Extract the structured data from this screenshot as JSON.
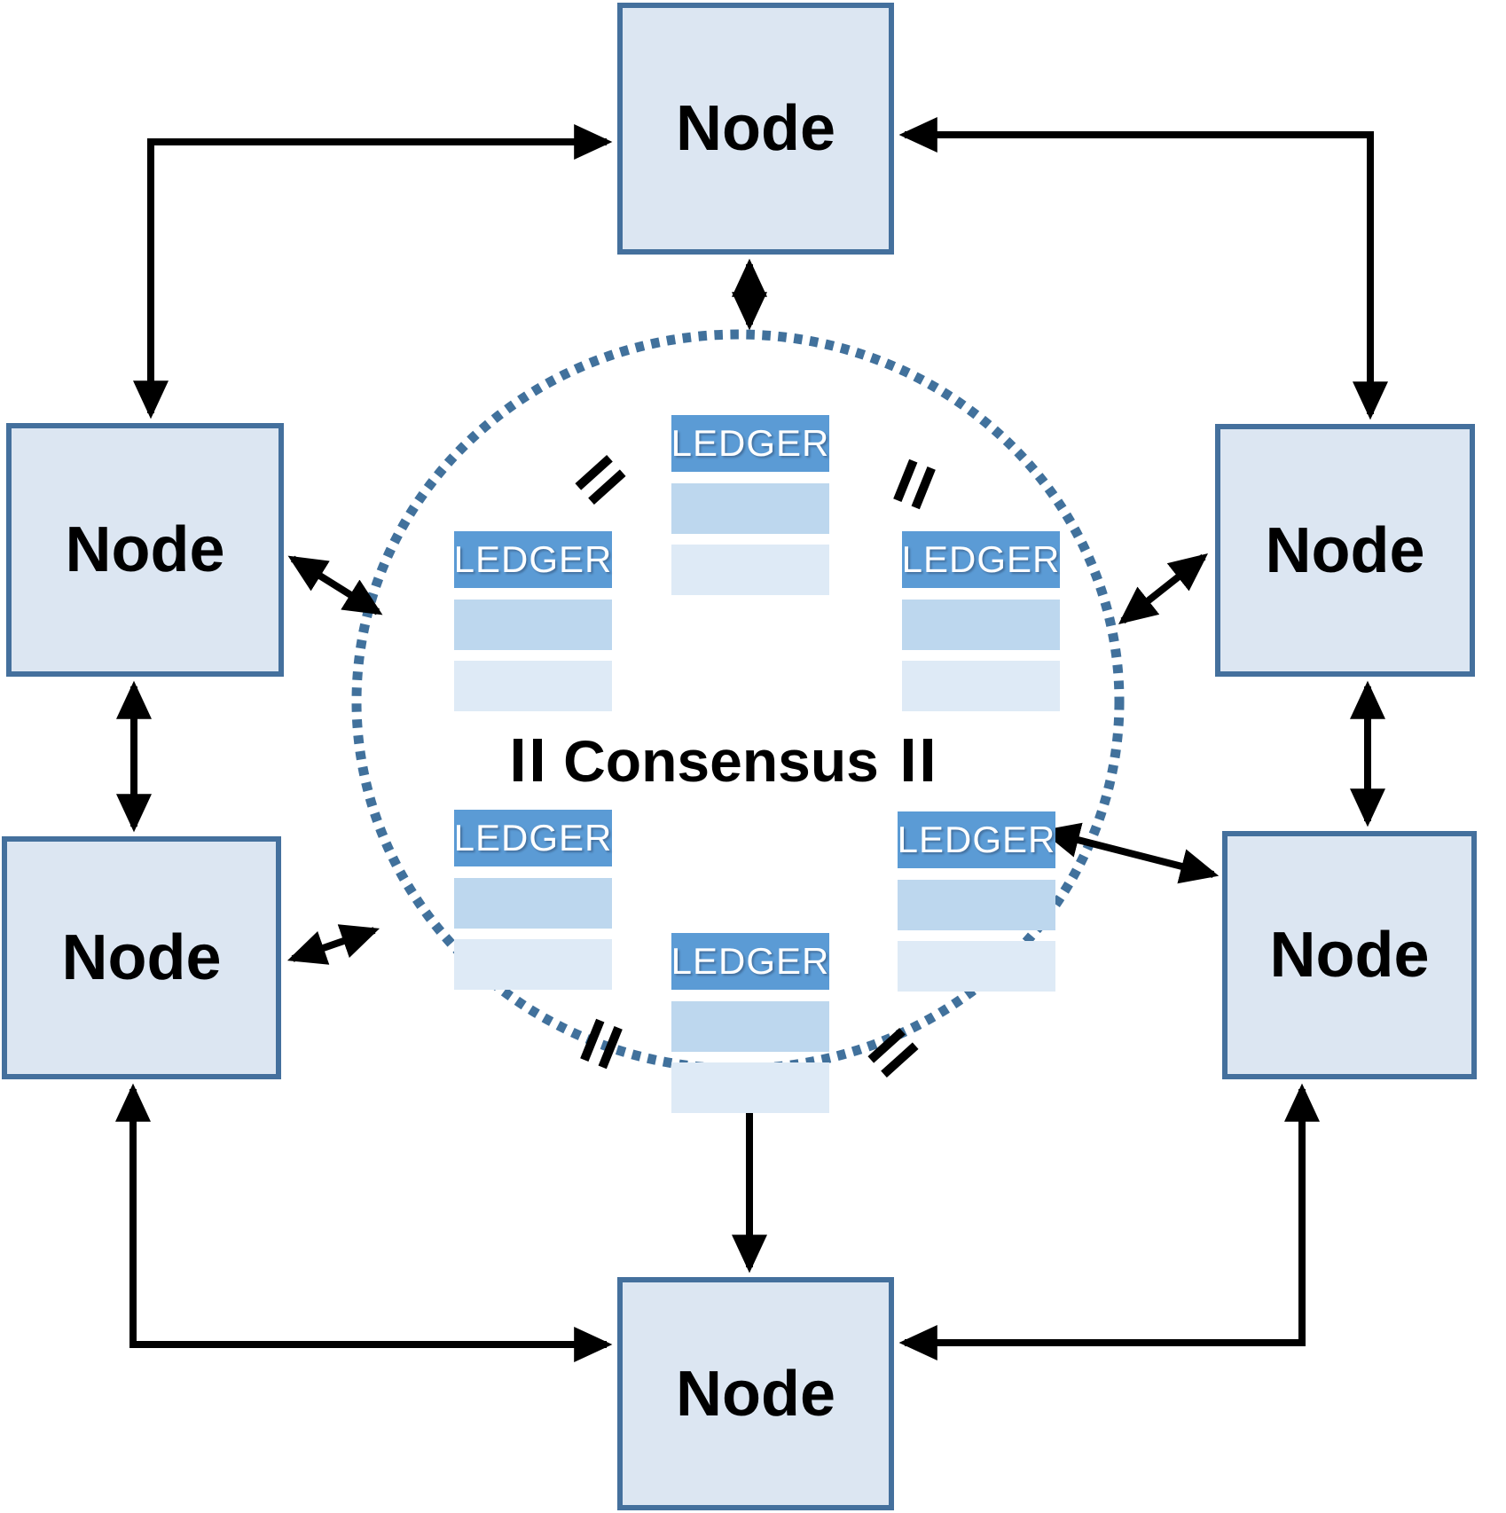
{
  "diagram": {
    "type": "blockchain-consensus-network",
    "consensus_label": "Consensus",
    "nodes": [
      {
        "id": "top",
        "label": "Node"
      },
      {
        "id": "upper-left",
        "label": "Node"
      },
      {
        "id": "upper-right",
        "label": "Node"
      },
      {
        "id": "lower-left",
        "label": "Node"
      },
      {
        "id": "lower-right",
        "label": "Node"
      },
      {
        "id": "bottom",
        "label": "Node"
      }
    ],
    "ledgers": [
      {
        "id": "top-center",
        "label": "LEDGER",
        "rows": 2
      },
      {
        "id": "middle-left",
        "label": "LEDGER",
        "rows": 2
      },
      {
        "id": "middle-right",
        "label": "LEDGER",
        "rows": 2
      },
      {
        "id": "bottom-left",
        "label": "LEDGER",
        "rows": 2
      },
      {
        "id": "bottom-right",
        "label": "LEDGER",
        "rows": 2
      },
      {
        "id": "bottom-center",
        "label": "LEDGER",
        "rows": 2
      }
    ],
    "equals_marks_count": 6,
    "connections": [
      "top-node <-> circle",
      "bottom-node <-> circle",
      "upper-left-node <-> circle",
      "lower-left-node <-> circle",
      "upper-right-node <-> circle",
      "lower-right-node <-> circle",
      "upper-left-node <-> top-node",
      "upper-right-node <-> top-node",
      "lower-left-node <-> bottom-node",
      "lower-right-node <-> bottom-node",
      "upper-left-node <-> lower-left-node",
      "upper-right-node <-> lower-right-node"
    ],
    "colors": {
      "node_fill": "#dce6f2",
      "node_border": "#44709d",
      "ledger_header": "#5b9bd5",
      "ledger_row_1": "#bdd7ee",
      "ledger_row_2": "#deeaf6",
      "circle_dots": "#41719c",
      "arrow": "#000000",
      "node_text": "#000000",
      "ledger_text": "#ffffff"
    }
  }
}
